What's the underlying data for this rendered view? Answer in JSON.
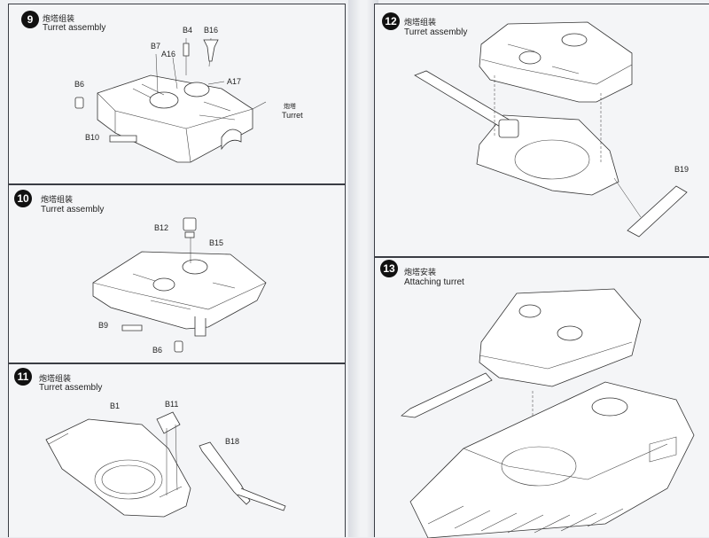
{
  "steps": [
    {
      "number": "9",
      "title_cn": "炮塔组装",
      "title_en": "Turret assembly",
      "parts": [
        "B7",
        "B4",
        "B16",
        "A16",
        "A17",
        "B6",
        "B10"
      ],
      "label_cn": "炮塔",
      "label_en": "Turret"
    },
    {
      "number": "10",
      "title_cn": "炮塔组装",
      "title_en": "Turret assembly",
      "parts": [
        "B12",
        "B15",
        "B9",
        "B6"
      ]
    },
    {
      "number": "11",
      "title_cn": "炮塔组装",
      "title_en": "Turret assembly",
      "parts": [
        "B1",
        "B11",
        "B18"
      ]
    },
    {
      "number": "12",
      "title_cn": "炮塔组装",
      "title_en": "Turret assembly",
      "parts": [
        "B19"
      ]
    },
    {
      "number": "13",
      "title_cn": "炮塔安装",
      "title_en": "Attaching turret"
    }
  ]
}
